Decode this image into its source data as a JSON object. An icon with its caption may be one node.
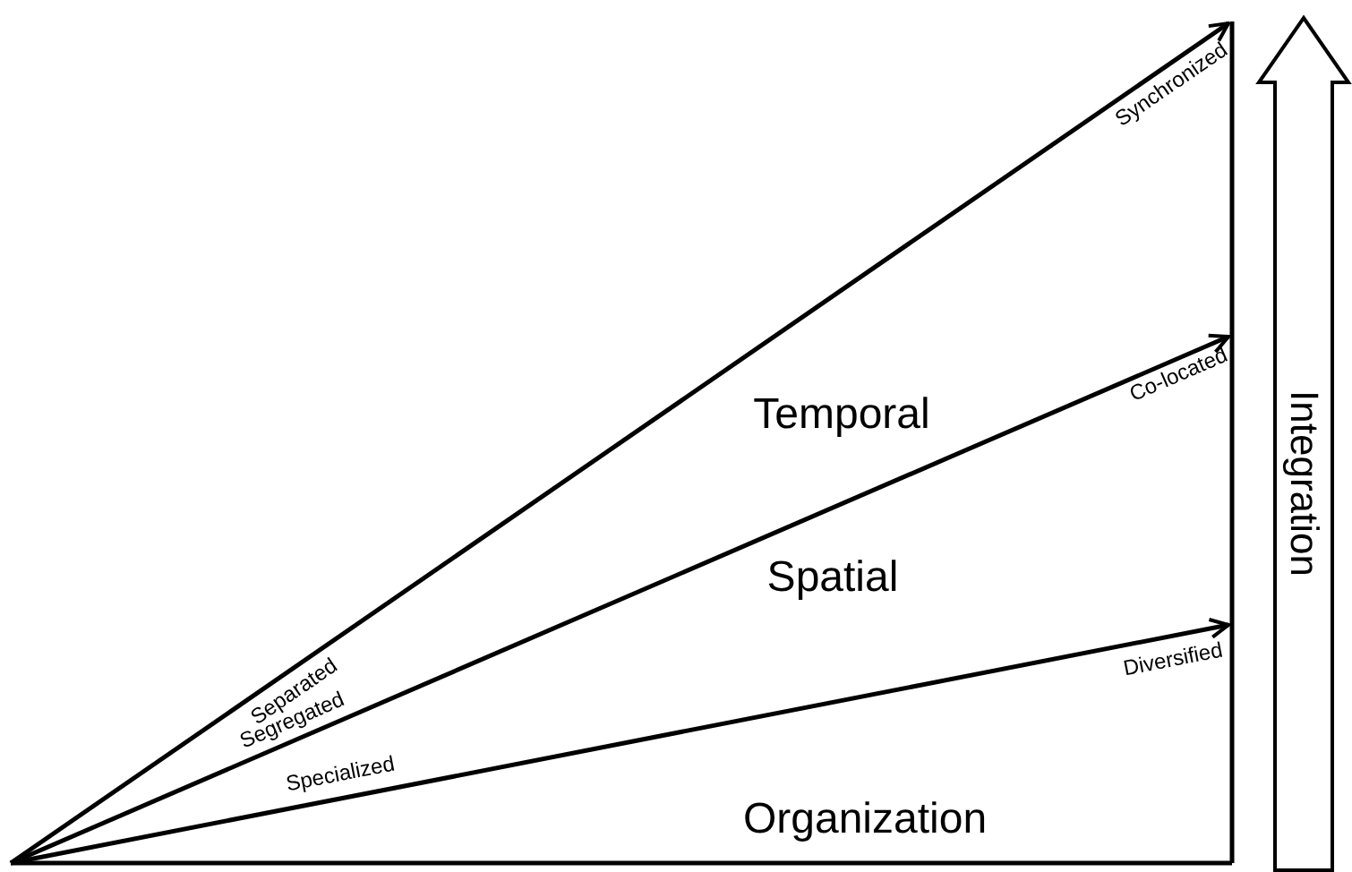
{
  "diagram": {
    "nodes": [
      {
        "text": [
          "Integration"
        ]
      }
    ],
    "labels": [
      "Synchronized",
      "Temporal",
      "Co-located",
      "Spatial",
      "Diversified",
      "Separated",
      "Segregated",
      "Specialized",
      "Organization"
    ]
  }
}
